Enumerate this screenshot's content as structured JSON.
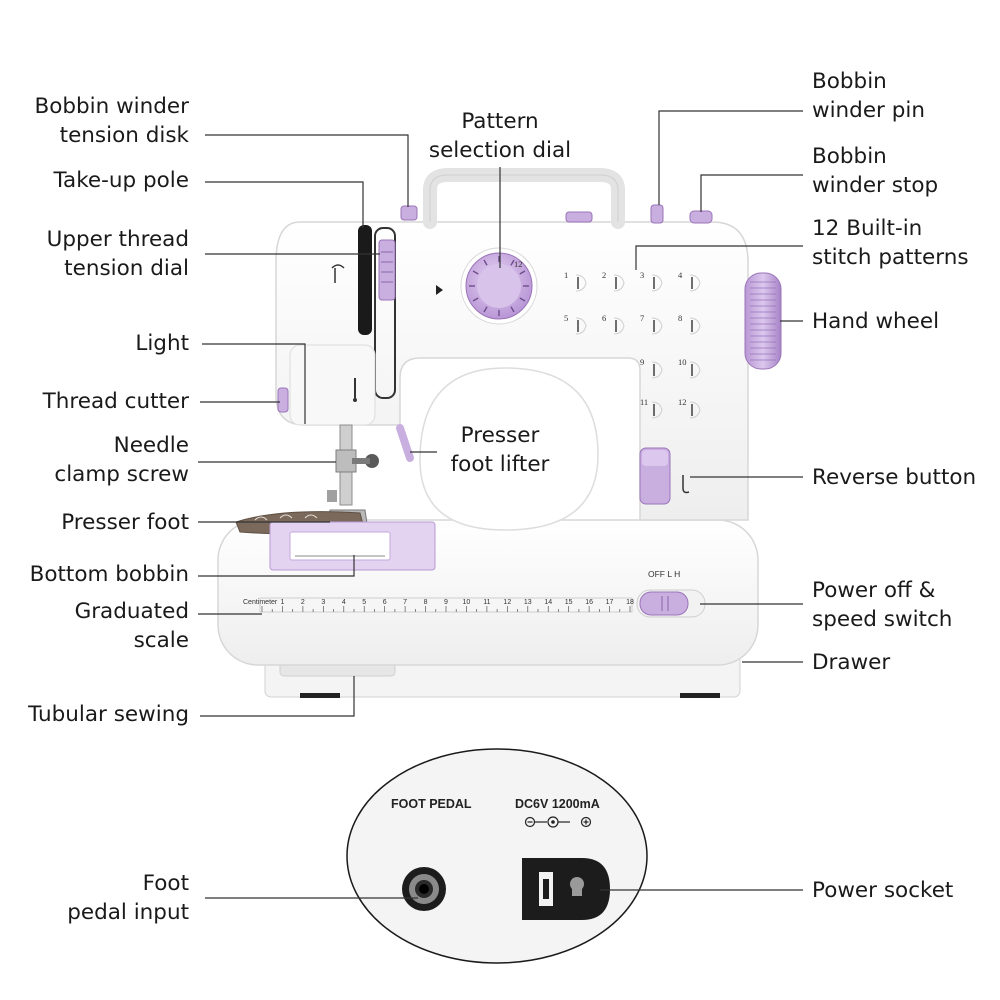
{
  "labels": {
    "bobbin_winder_tension_disk": [
      "Bobbin winder",
      "tension disk"
    ],
    "take_up_pole": [
      "Take-up pole"
    ],
    "upper_thread_tension_dial": [
      "Upper thread",
      "tension dial"
    ],
    "light": [
      "Light"
    ],
    "thread_cutter": [
      "Thread cutter"
    ],
    "needle_clamp_screw": [
      "Needle",
      "clamp screw"
    ],
    "presser_foot": [
      "Presser foot"
    ],
    "bottom_bobbin": [
      "Bottom bobbin"
    ],
    "graduated_scale": [
      "Graduated",
      "scale"
    ],
    "tubular_sewing": [
      "Tubular sewing"
    ],
    "pattern_selection_dial": [
      "Pattern",
      "selection dial"
    ],
    "presser_foot_lifter": [
      "Presser",
      "foot lifter"
    ],
    "bobbin_winder_pin": [
      "Bobbin",
      "winder pin"
    ],
    "bobbin_winder_stop": [
      "Bobbin",
      "winder stop"
    ],
    "stitch_patterns": [
      "12 Built-in",
      "stitch patterns"
    ],
    "hand_wheel": [
      "Hand wheel"
    ],
    "reverse_button": [
      "Reverse button"
    ],
    "power_switch": [
      "Power off &",
      "speed switch"
    ],
    "drawer": [
      "Drawer"
    ],
    "foot_pedal_input": [
      "Foot",
      "pedal input"
    ],
    "power_socket": [
      "Power socket"
    ]
  },
  "machine": {
    "scale_caption": "Centimeter",
    "scale_numbers": [
      "1",
      "2",
      "3",
      "4",
      "5",
      "6",
      "7",
      "8",
      "9",
      "10",
      "11",
      "12",
      "13",
      "14",
      "15",
      "16",
      "17",
      "18"
    ],
    "switch_caption": "OFF  L  H",
    "stitch_numbers": [
      "1",
      "2",
      "3",
      "4",
      "5",
      "6",
      "7",
      "8",
      "9",
      "10",
      "11",
      "12"
    ],
    "dial_number": "12"
  },
  "panel": {
    "foot_pedal_label": "FOOT PEDAL",
    "power_rating": "DC6V 1200mA"
  },
  "colors": {
    "accent_lilac": "#c9aee0",
    "accent_dark": "#9a74b8",
    "body_white": "#fafafa",
    "outline": "#d7d7d7",
    "leader_line": "#333333"
  }
}
